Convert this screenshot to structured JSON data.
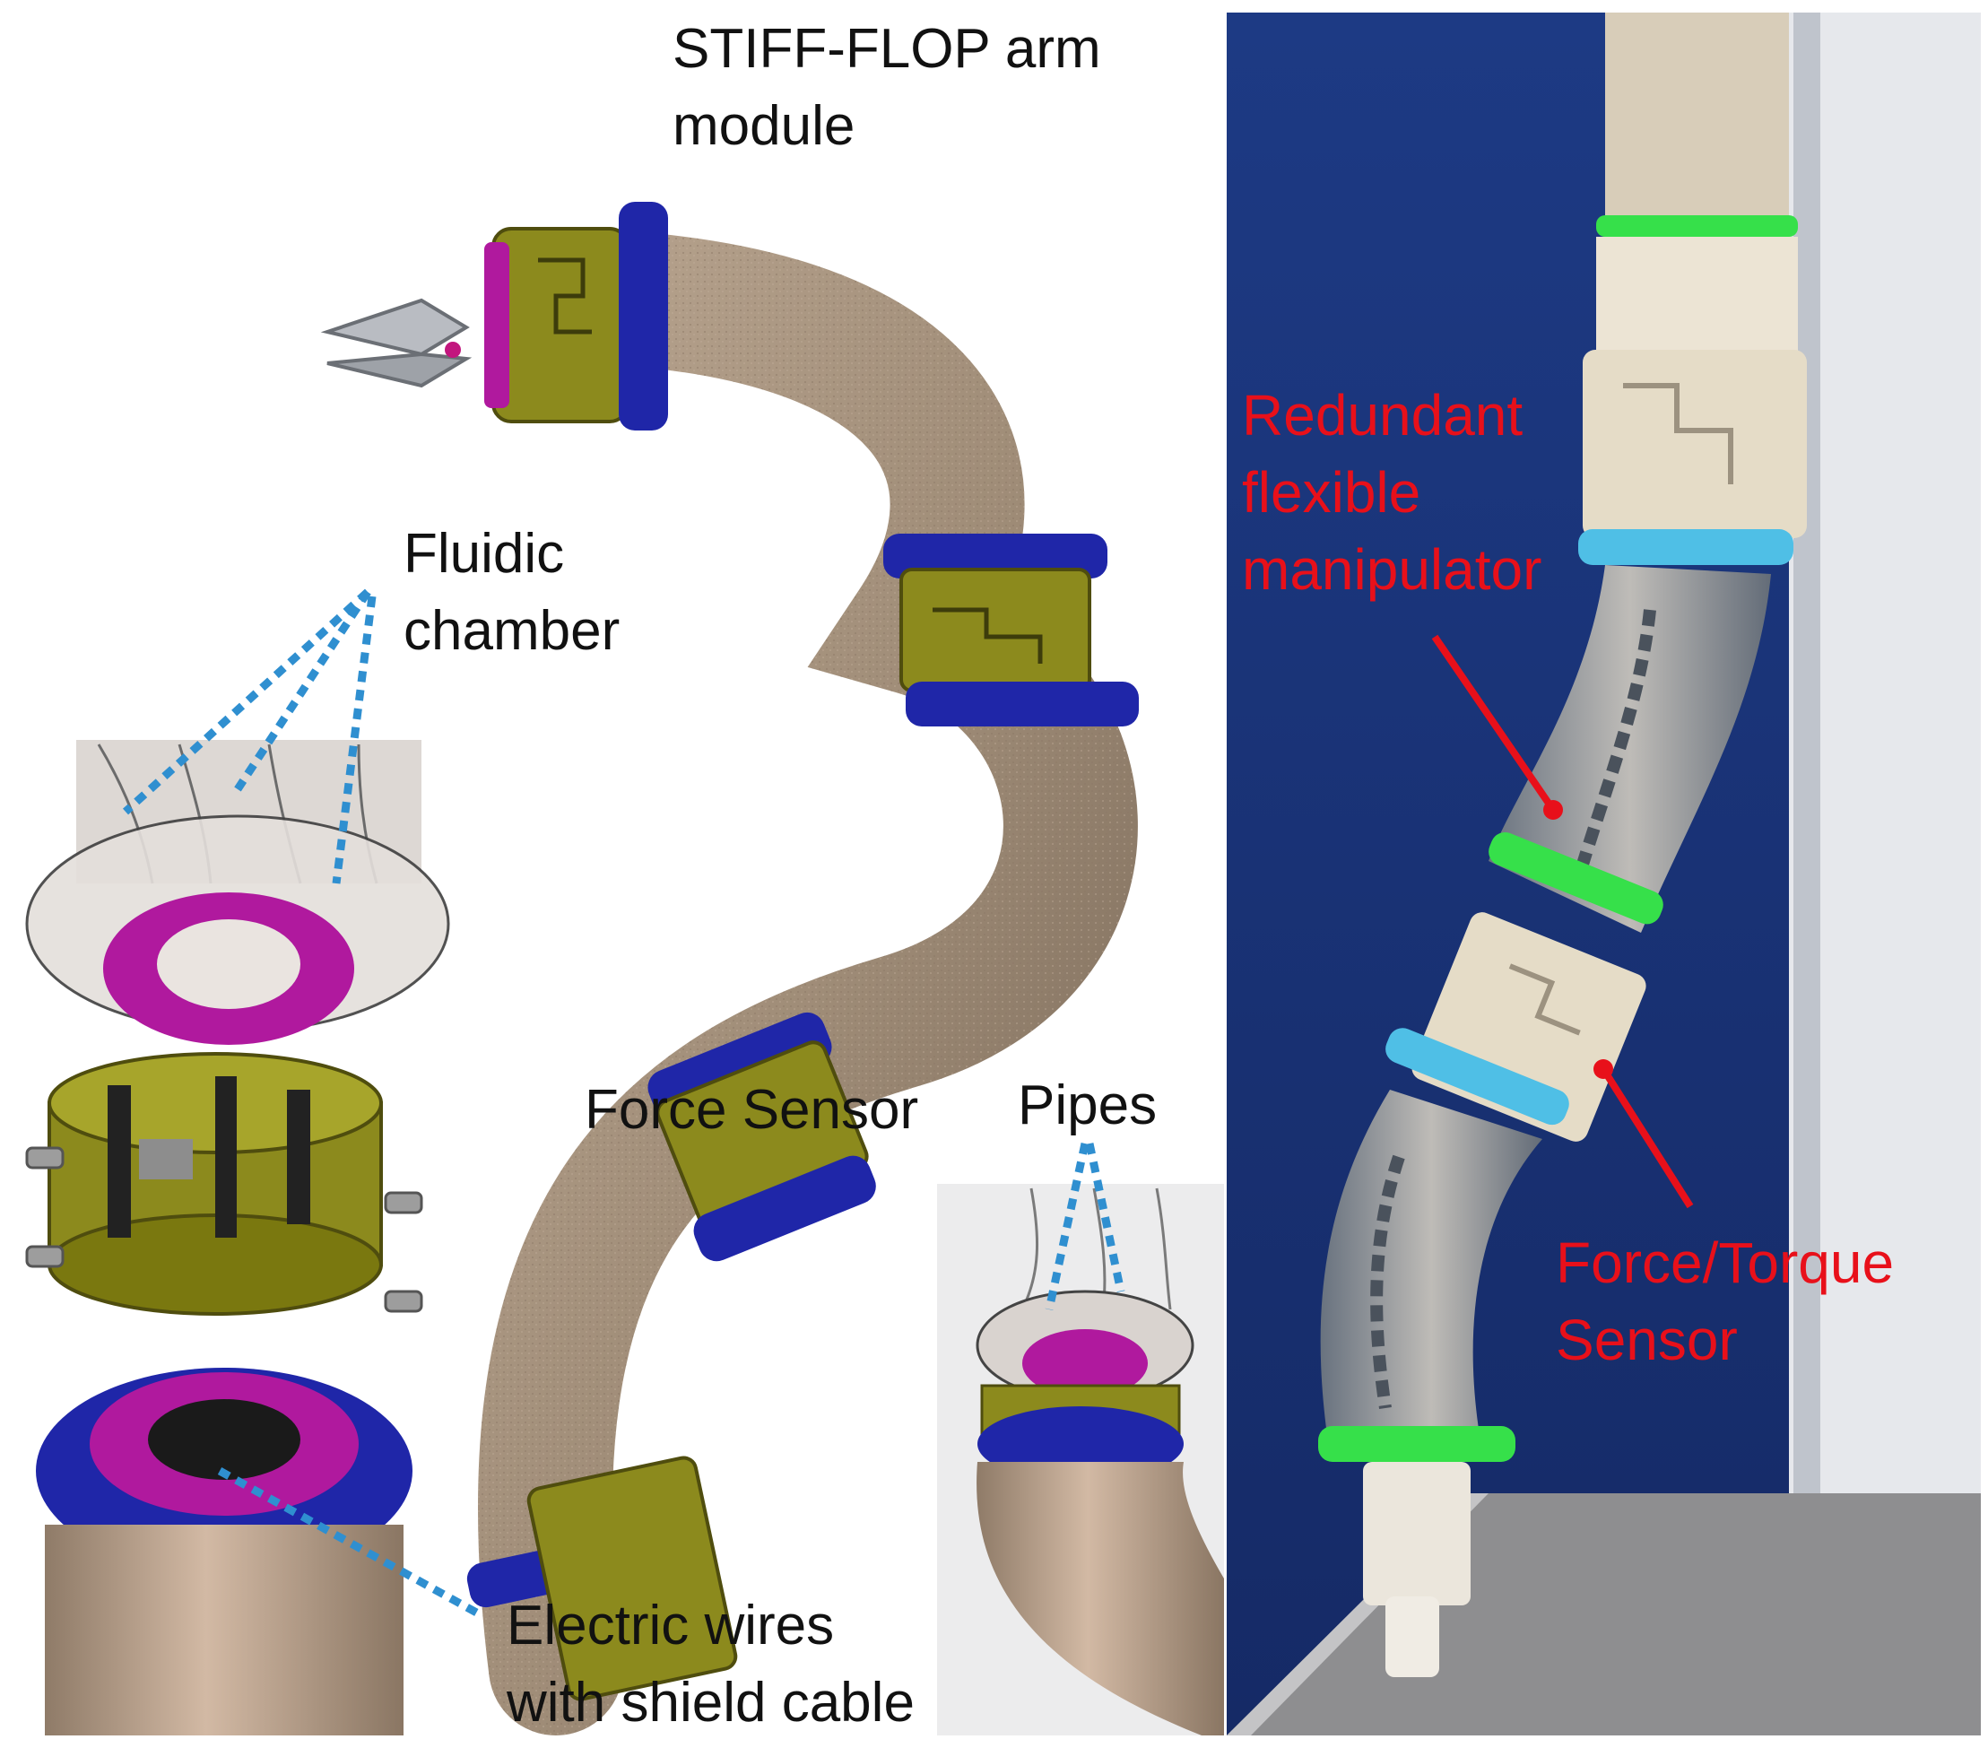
{
  "labels": {
    "arm_module": "STIFF-FLOP arm\nmodule",
    "fluidic_chamber": "Fluidic\nchamber",
    "force_sensor": "Force Sensor",
    "pipes": "Pipes",
    "electric_wires": "Electric wires\nwith shield cable",
    "redundant_manipulator": "Redundant\nflexible\nmanipulator",
    "force_torque_sensor": "Force/Torque\nSensor"
  },
  "colors": {
    "arm_skin": "#a08d78",
    "connector_olive": "#8c8a1d",
    "ring_blue": "#1f26a8",
    "chamber_magenta": "#b0199e",
    "leader_dotted": "#2f8fd0",
    "annotation_red": "#e8101a",
    "backdrop_navy": "#1a3172",
    "ring_green": "#36e04a",
    "ring_cyan": "#4fbfe6"
  }
}
